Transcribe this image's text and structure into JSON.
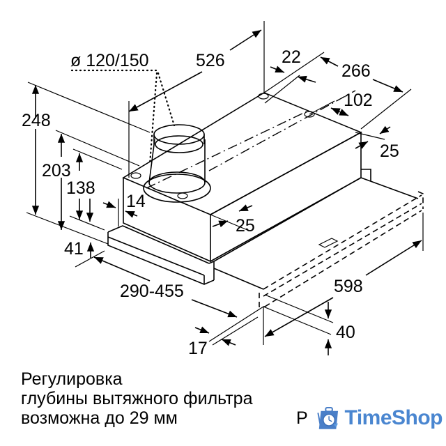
{
  "diagram": {
    "title": "Range hood dimension drawing",
    "dimensions": {
      "duct_diameter": "ø 120/150",
      "depth_526": "526",
      "offset_22": "22",
      "width_266": "266",
      "spacing_102": "102",
      "edge_25_right": "25",
      "height_248": "248",
      "height_203": "203",
      "height_138": "138",
      "offset_14": "14",
      "edge_25_front": "25",
      "front_41": "41",
      "extension_290_455": "290-455",
      "width_598": "598",
      "cut_40": "40",
      "gap_17": "17"
    },
    "line_color": "#000000"
  },
  "caption": {
    "line1": "Регулировка",
    "line2": "глубины вытяжного фильтра",
    "line3": "возможна до 29 мм"
  },
  "mark": "P",
  "logo": {
    "text": "TimeShop",
    "icon": "clock-bag-icon",
    "color": "#4a86d0"
  }
}
